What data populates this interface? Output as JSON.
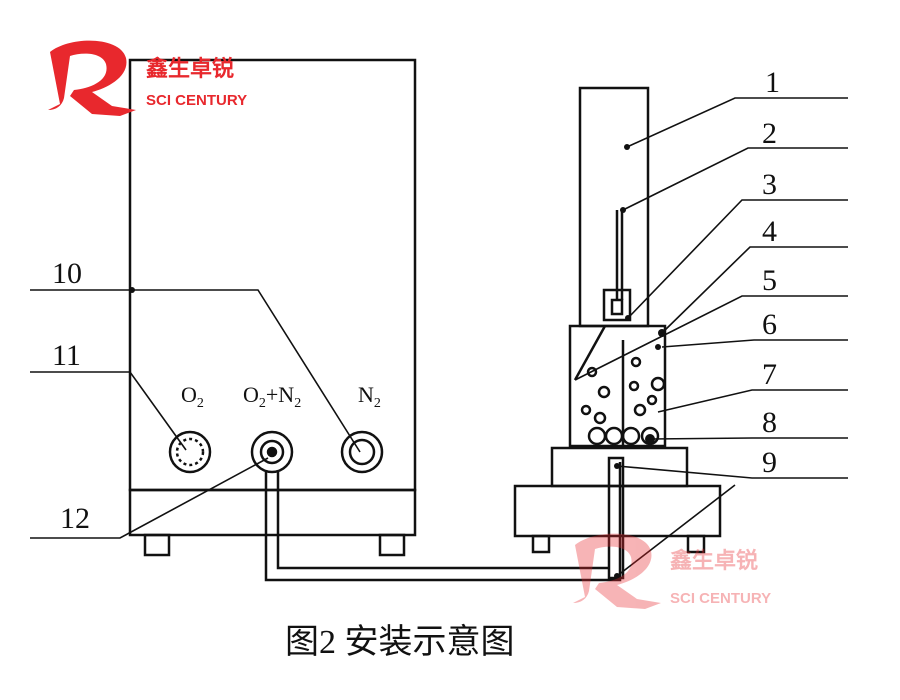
{
  "diagram": {
    "caption": "图2  安装示意图",
    "callouts": [
      "1",
      "2",
      "3",
      "4",
      "5",
      "6",
      "7",
      "8",
      "9",
      "10",
      "11",
      "12"
    ],
    "ports": {
      "o2": {
        "main": "O",
        "sub": "2"
      },
      "mix": {
        "a": "O",
        "a_sub": "2",
        "plus": "+N",
        "b_sub": "2"
      },
      "n2": {
        "main": "N",
        "sub": "2"
      }
    }
  },
  "watermark": {
    "brand_cn": "鑫生卓锐",
    "brand_en": "SCI CENTURY",
    "logo_color": "#e8282d"
  }
}
